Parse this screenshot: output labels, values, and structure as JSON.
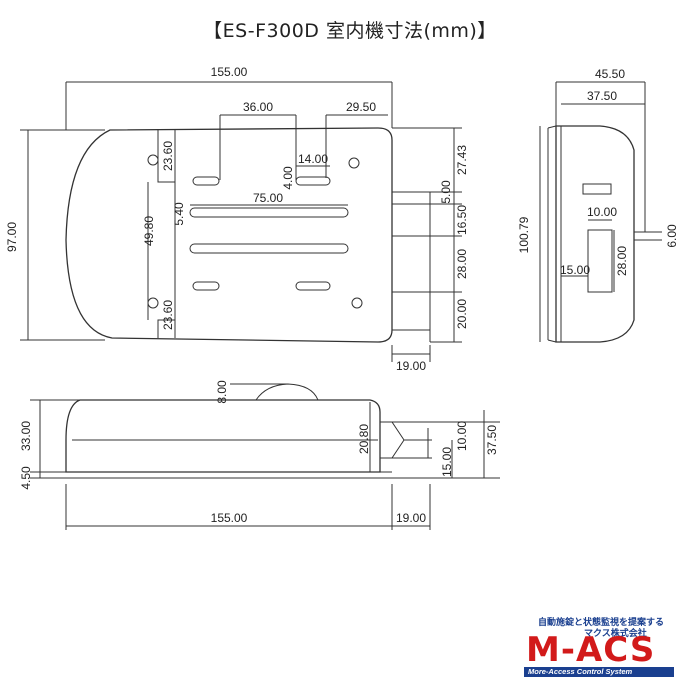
{
  "title": "【ES-F300D 室内機寸法(mm)】",
  "dims": {
    "top_width": "155.00",
    "right_width": "45.50",
    "right_inner": "37.50",
    "hole_36": "36.00",
    "hole_2950": "29.50",
    "slot_14": "14.00",
    "slot_4": "4.00",
    "h_2360_top": "23.60",
    "h_2743": "27.43",
    "w_75": "75.00",
    "h_540": "5.40",
    "h_500": "5.00",
    "h_1650": "16.50",
    "h_4980": "49.80",
    "h_97": "97.00",
    "h_2800": "28.00",
    "h_2360_bot": "23.60",
    "h_2000": "20.00",
    "w_1900_top": "19.00",
    "h_10079": "100.79",
    "w_1000": "10.00",
    "w_1500": "15.00",
    "h_2800_side": "28.00",
    "h_600": "6.00",
    "h_800": "8.00",
    "h_3300": "33.00",
    "h_450": "4.50",
    "h_2080": "20.80",
    "h_1000_b": "10.00",
    "h_1500_b": "15.00",
    "h_3750": "37.50",
    "w_155_bottom": "155.00",
    "w_1900_bottom": "19.00"
  },
  "logo": {
    "tagline1": "自動施錠と状態監視を提案する",
    "tagline2": "マクス株式会社",
    "mark": "M-ACS",
    "tagline3": "More-Access Control System"
  }
}
